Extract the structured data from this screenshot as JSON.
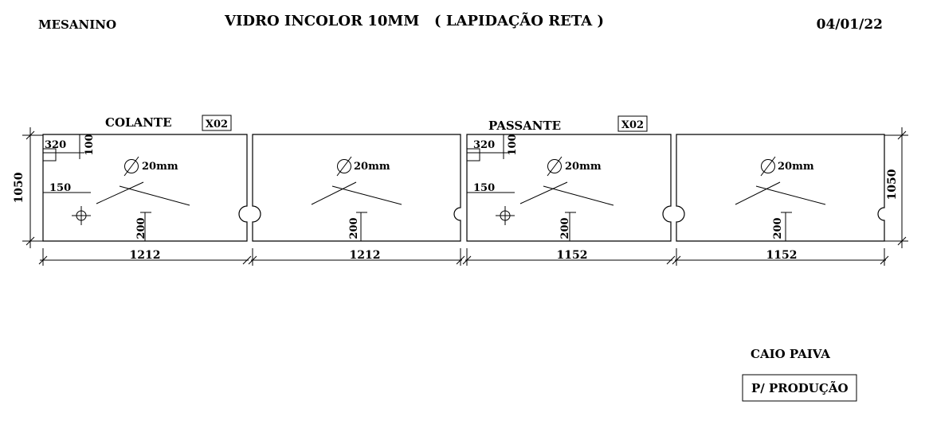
{
  "header": {
    "location": "MESANINO",
    "title": "VIDRO INCOLOR 10MM   ( LAPIDAÇÃO RETA )",
    "date": "04/01/22"
  },
  "group_left": {
    "label": "COLANTE",
    "qty": "X02"
  },
  "group_right": {
    "label": "PASSANTE",
    "qty": "X02"
  },
  "panels": [
    {
      "width": "1212",
      "hole": "20mm",
      "dim_300": "320",
      "dim_100": "100",
      "dim_150": "150",
      "dim_200": "200"
    },
    {
      "width": "1212",
      "hole": "20mm",
      "dim_200": "200"
    },
    {
      "width": "1152",
      "hole": "20mm",
      "dim_300": "320",
      "dim_100": "100",
      "dim_150": "150",
      "dim_200": "200"
    },
    {
      "width": "1152",
      "hole": "20mm",
      "dim_200": "200"
    }
  ],
  "height_left": "1050",
  "height_right": "1050",
  "footer": {
    "name": "CAIO PAIVA",
    "stamp": "P/ PRODUÇÃO"
  }
}
